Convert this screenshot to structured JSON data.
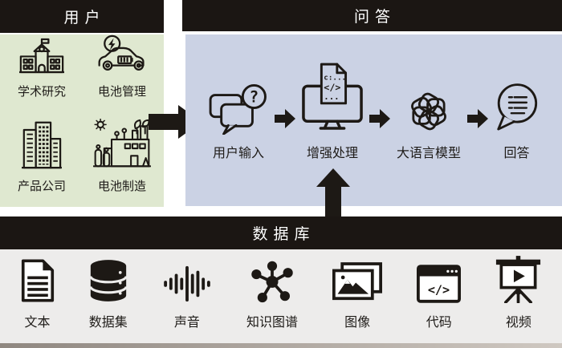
{
  "users": {
    "title": "用户",
    "items": [
      {
        "label": "学术研究",
        "icon": "school-icon"
      },
      {
        "label": "电池管理",
        "icon": "ev-charging-car-icon"
      },
      {
        "label": "产品公司",
        "icon": "company-buildings-icon"
      },
      {
        "label": "电池制造",
        "icon": "battery-factory-icon"
      }
    ]
  },
  "qa": {
    "title": "问答",
    "items": [
      {
        "label": "用户输入",
        "icon": "chat-question-icon"
      },
      {
        "label": "增强处理",
        "icon": "monitor-code-doc-icon"
      },
      {
        "label": "大语言模型",
        "icon": "llm-flower-icon"
      },
      {
        "label": "回答",
        "icon": "answer-bubble-icon"
      }
    ]
  },
  "database": {
    "title": "数据库",
    "items": [
      {
        "label": "文本",
        "icon": "text-document-icon"
      },
      {
        "label": "数据集",
        "icon": "dataset-database-icon"
      },
      {
        "label": "声音",
        "icon": "sound-wave-icon"
      },
      {
        "label": "知识图谱",
        "icon": "knowledge-graph-icon"
      },
      {
        "label": "图像",
        "icon": "images-icon"
      },
      {
        "label": "代码",
        "icon": "code-window-icon"
      },
      {
        "label": "视频",
        "icon": "video-screen-icon"
      }
    ]
  },
  "icon_glyphs": {
    "question_mark": "?",
    "doc_code_line1": "c:...",
    "doc_code_line2": "</>",
    "doc_code_line3": "...",
    "code_window_tag": "</>"
  },
  "colors": {
    "users_bg": "#dfe8d0",
    "qa_bg": "#cbd2e4",
    "db_bg": "#edeceb",
    "header_bg": "#1b1613",
    "header_fg": "#ffffff",
    "ink": "#1d1915"
  }
}
